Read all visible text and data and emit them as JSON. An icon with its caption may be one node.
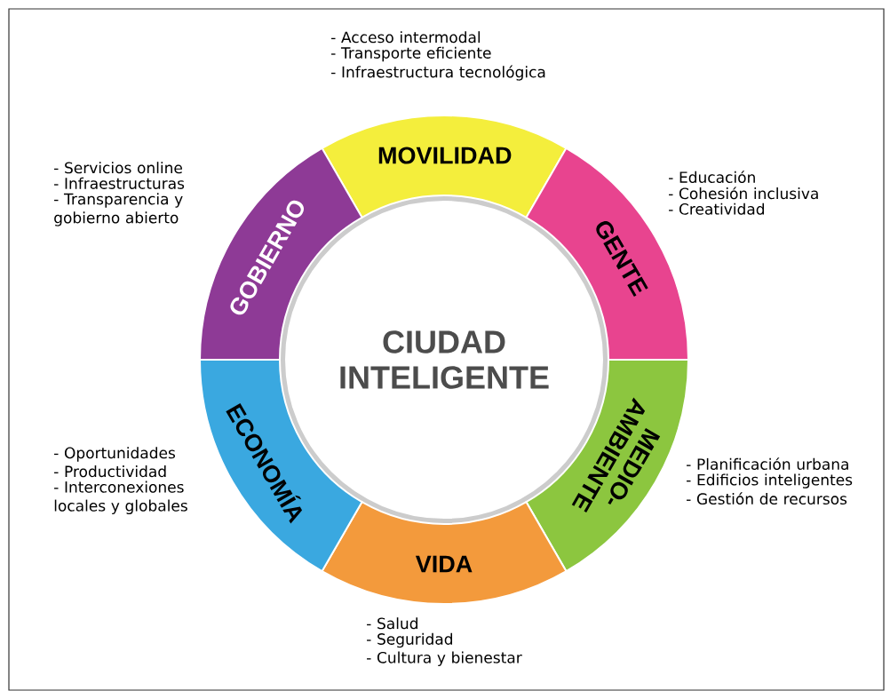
{
  "diagram": {
    "nodes": [
      {
        "text": [
          "CIUDAD INTELIGENTE"
        ]
      },
      {
        "text": [
          "MOVILIDAD"
        ],
        "beside": [
          "- Acceso intermodal",
          "- Transporte eficiente",
          "- Infraestructura tecnológica"
        ]
      },
      {
        "text": [
          "GENTE"
        ],
        "beside": [
          "- Educación",
          "- Cohesión inclusiva",
          "- Creatividad"
        ]
      },
      {
        "text": [
          "MEDIO- AMBIENTE"
        ],
        "beside": [
          "- Planificación urbana",
          "- Edificios inteligentes",
          "- Gestión de recursos"
        ]
      },
      {
        "text": [
          "VIDA"
        ],
        "beside": [
          "- Salud",
          "- Seguridad",
          "- Cultura y bienestar"
        ]
      },
      {
        "text": [
          "ECONOMÍA"
        ],
        "beside": [
          "- Oportunidades",
          "- Productividad",
          "- Interconexiones locales y globales"
        ]
      },
      {
        "text": [
          "GOBIERNO"
        ],
        "beside": [
          "- Servicios online",
          "- Infraestructuras",
          "- Transparencia y gobierno abierto"
        ]
      }
    ]
  }
}
